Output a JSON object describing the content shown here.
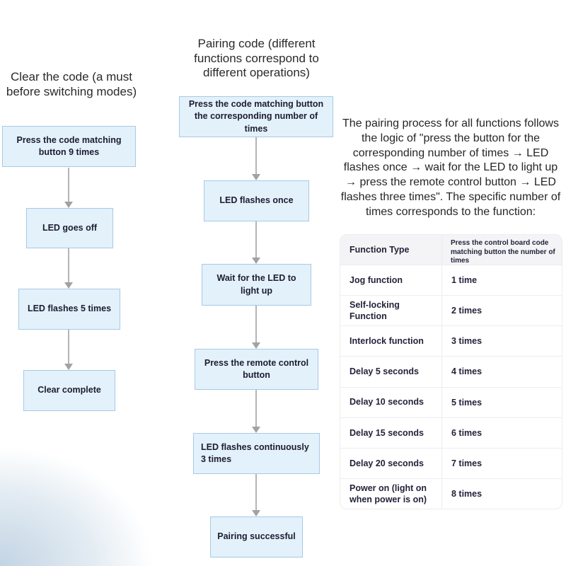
{
  "left_flow": {
    "title": "Clear the code (a must before switching modes)",
    "steps": [
      "Press the code matching button 9 times",
      "LED goes off",
      "LED flashes 5 times",
      "Clear complete"
    ]
  },
  "middle_flow": {
    "title": "Pairing code (different functions correspond to different operations)",
    "steps": [
      "Press the code matching button the corresponding number of times",
      "LED flashes once",
      "Wait for the LED to light up",
      "Press the remote control button",
      "LED flashes continuously 3 times",
      "Pairing successful"
    ]
  },
  "right_panel": {
    "paragraph": "The pairing process for all functions follows the logic of \"press the button for the corresponding number of times → LED flashes once → wait for the LED to light up → press the remote control button → LED flashes three times\". The specific number of times corresponds to the function:",
    "table": {
      "headers": [
        "Function Type",
        "Press the control board code matching button the number of times"
      ],
      "rows": [
        {
          "function": "Jog function",
          "times": "1 time"
        },
        {
          "function": "Self-locking Function",
          "times": "2 times"
        },
        {
          "function": "Interlock function",
          "times": "3 times"
        },
        {
          "function": "Delay 5 seconds",
          "times": "4 times"
        },
        {
          "function": "Delay 10 seconds",
          "times": "5 times"
        },
        {
          "function": "Delay 15 seconds",
          "times": "6 times"
        },
        {
          "function": "Delay 20 seconds",
          "times": "7 times"
        },
        {
          "function": "Power on (light on when power is on)",
          "times": "8 times"
        }
      ]
    }
  },
  "colors": {
    "box_fill": "#e3f1fb",
    "box_border": "#a7c9e5",
    "arrow": "#a2a2a2",
    "table_header_bg": "#f4f4f6",
    "table_border": "#ededf0",
    "text_dark": "#1c1c30",
    "corner_gradient": "#bfd2e2"
  }
}
